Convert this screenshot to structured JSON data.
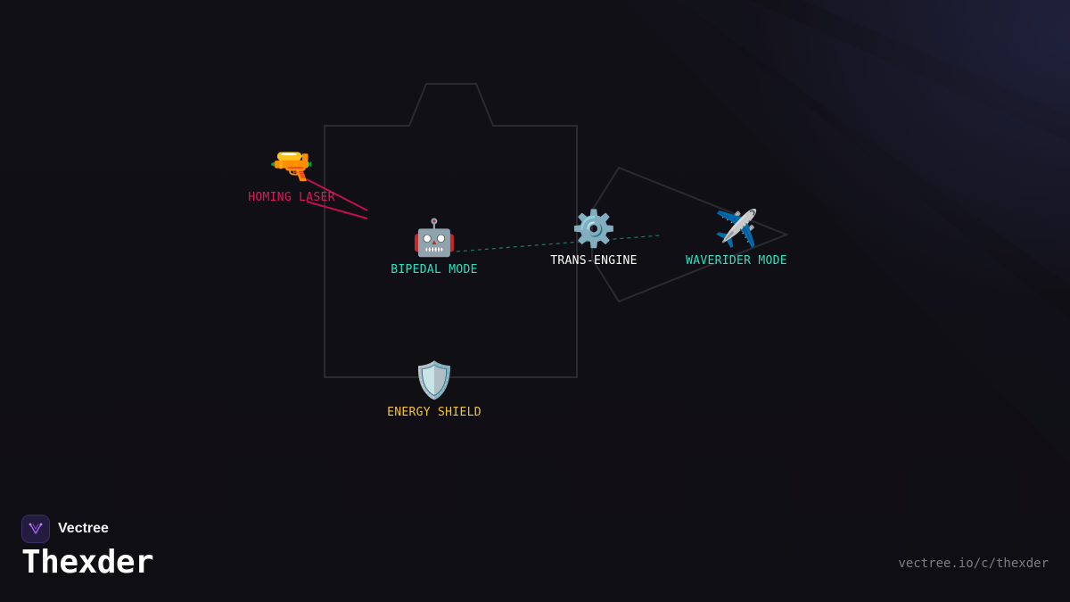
{
  "brand": {
    "name": "Vectree",
    "logo_icon": "vectree-logo-icon"
  },
  "title": "Thexder",
  "footer": {
    "url": "vectree.io/c/thexder"
  },
  "colors": {
    "background": "#0f0e13",
    "outline": "#2a2a30",
    "laser": "#c2104a",
    "teal": "#2be0c0",
    "yellow": "#f2c531",
    "white": "#ffffff"
  },
  "nodes": {
    "homing_laser": {
      "icon": "🔫",
      "icon_name": "laser-gun-icon",
      "label": "HOMING LASER",
      "color": "#e0195a"
    },
    "bipedal_mode": {
      "icon": "🤖",
      "icon_name": "robot-icon",
      "label": "BIPEDAL MODE",
      "color": "#2be0c0"
    },
    "trans_engine": {
      "icon": "⚙️",
      "icon_name": "gear-icon",
      "label": "TRANS-ENGINE",
      "color": "#ffffff"
    },
    "waverider_mode": {
      "icon": "✈️",
      "icon_name": "airplane-icon",
      "label": "WAVERIDER MODE",
      "color": "#2be0c0"
    },
    "energy_shield": {
      "icon": "🛡️",
      "icon_name": "shield-icon",
      "label": "ENERGY SHIELD",
      "color": "#f2c531"
    }
  }
}
